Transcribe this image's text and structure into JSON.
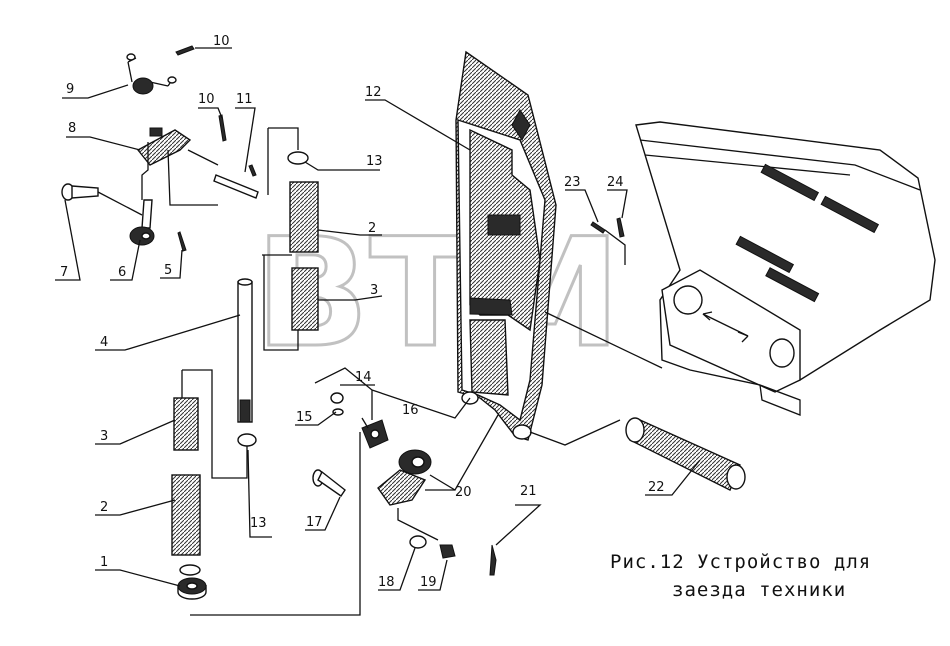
{
  "caption": {
    "line1": "Рис.12 Устройство для",
    "line2": "заезда техники"
  },
  "watermark": {
    "text": "BTM",
    "mark": "®"
  },
  "callouts": [
    {
      "id": "1",
      "label": "1"
    },
    {
      "id": "2a",
      "label": "2"
    },
    {
      "id": "2b",
      "label": "2"
    },
    {
      "id": "3a",
      "label": "3"
    },
    {
      "id": "3b",
      "label": "3"
    },
    {
      "id": "4",
      "label": "4"
    },
    {
      "id": "5",
      "label": "5"
    },
    {
      "id": "6",
      "label": "6"
    },
    {
      "id": "7",
      "label": "7"
    },
    {
      "id": "8",
      "label": "8"
    },
    {
      "id": "9",
      "label": "9"
    },
    {
      "id": "10a",
      "label": "10"
    },
    {
      "id": "10b",
      "label": "10"
    },
    {
      "id": "11",
      "label": "11"
    },
    {
      "id": "12",
      "label": "12"
    },
    {
      "id": "13a",
      "label": "13"
    },
    {
      "id": "13b",
      "label": "13"
    },
    {
      "id": "14",
      "label": "14"
    },
    {
      "id": "15",
      "label": "15"
    },
    {
      "id": "16",
      "label": "16"
    },
    {
      "id": "17",
      "label": "17"
    },
    {
      "id": "18",
      "label": "18"
    },
    {
      "id": "19",
      "label": "19"
    },
    {
      "id": "20",
      "label": "20"
    },
    {
      "id": "21",
      "label": "21"
    },
    {
      "id": "22",
      "label": "22"
    },
    {
      "id": "23",
      "label": "23"
    },
    {
      "id": "24",
      "label": "24"
    }
  ]
}
